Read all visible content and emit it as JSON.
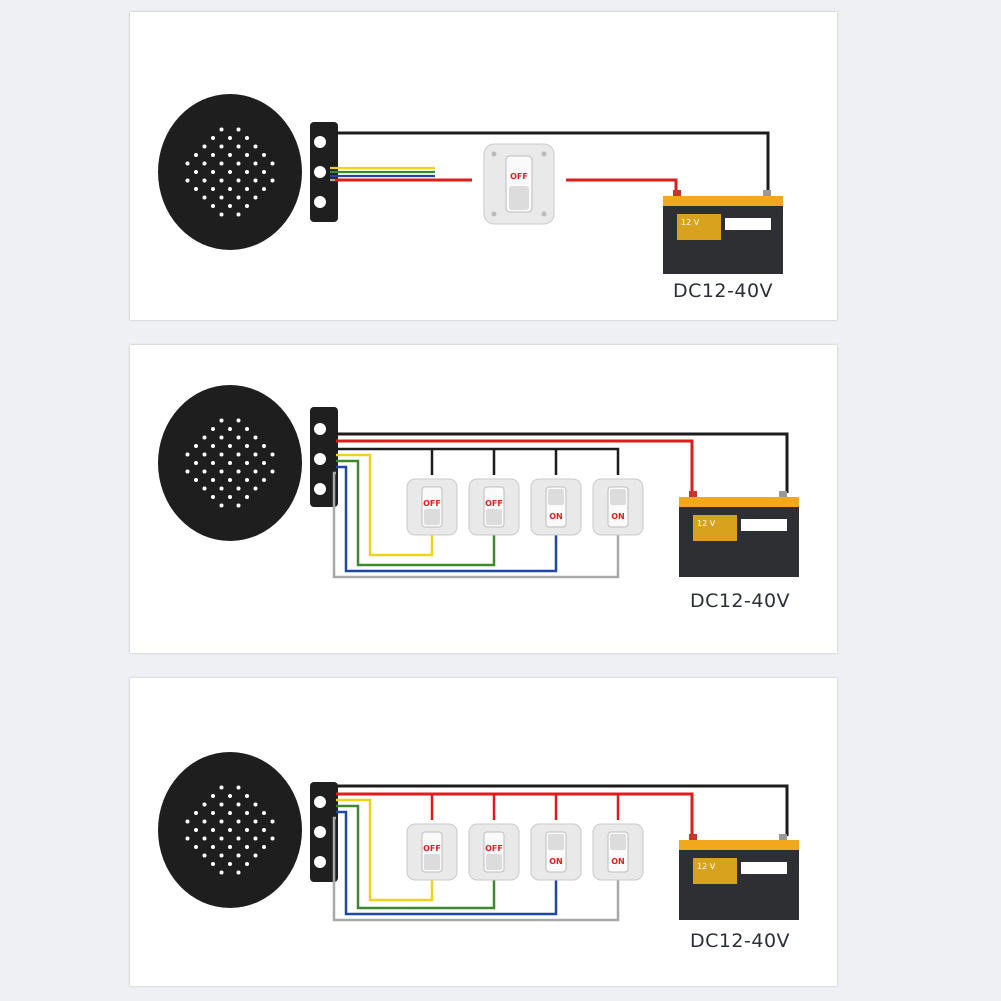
{
  "colors": {
    "black_wire": "#1c1c1c",
    "red_wire": "#e01b1b",
    "yellow_wire": "#f0d21a",
    "green_wire": "#3a8a2a",
    "blue_wire": "#1f47a8",
    "grey_wire": "#a8a8a8",
    "battery_top": "#f2a81c",
    "battery_body": "#2d2f33"
  },
  "panels": [
    {
      "id": "single-switch",
      "switches": [
        {
          "state_label": "OFF"
        }
      ],
      "battery_label": "12 V",
      "voltage_label": "DC12-40V"
    },
    {
      "id": "four-switches-negative",
      "switches": [
        {
          "state_label": "OFF"
        },
        {
          "state_label": "OFF"
        },
        {
          "state_label": "ON"
        },
        {
          "state_label": "ON"
        }
      ],
      "battery_label": "12 V",
      "voltage_label": "DC12-40V"
    },
    {
      "id": "four-switches-positive",
      "switches": [
        {
          "state_label": "OFF"
        },
        {
          "state_label": "OFF"
        },
        {
          "state_label": "ON"
        },
        {
          "state_label": "ON"
        }
      ],
      "battery_label": "12 V",
      "voltage_label": "DC12-40V"
    }
  ]
}
